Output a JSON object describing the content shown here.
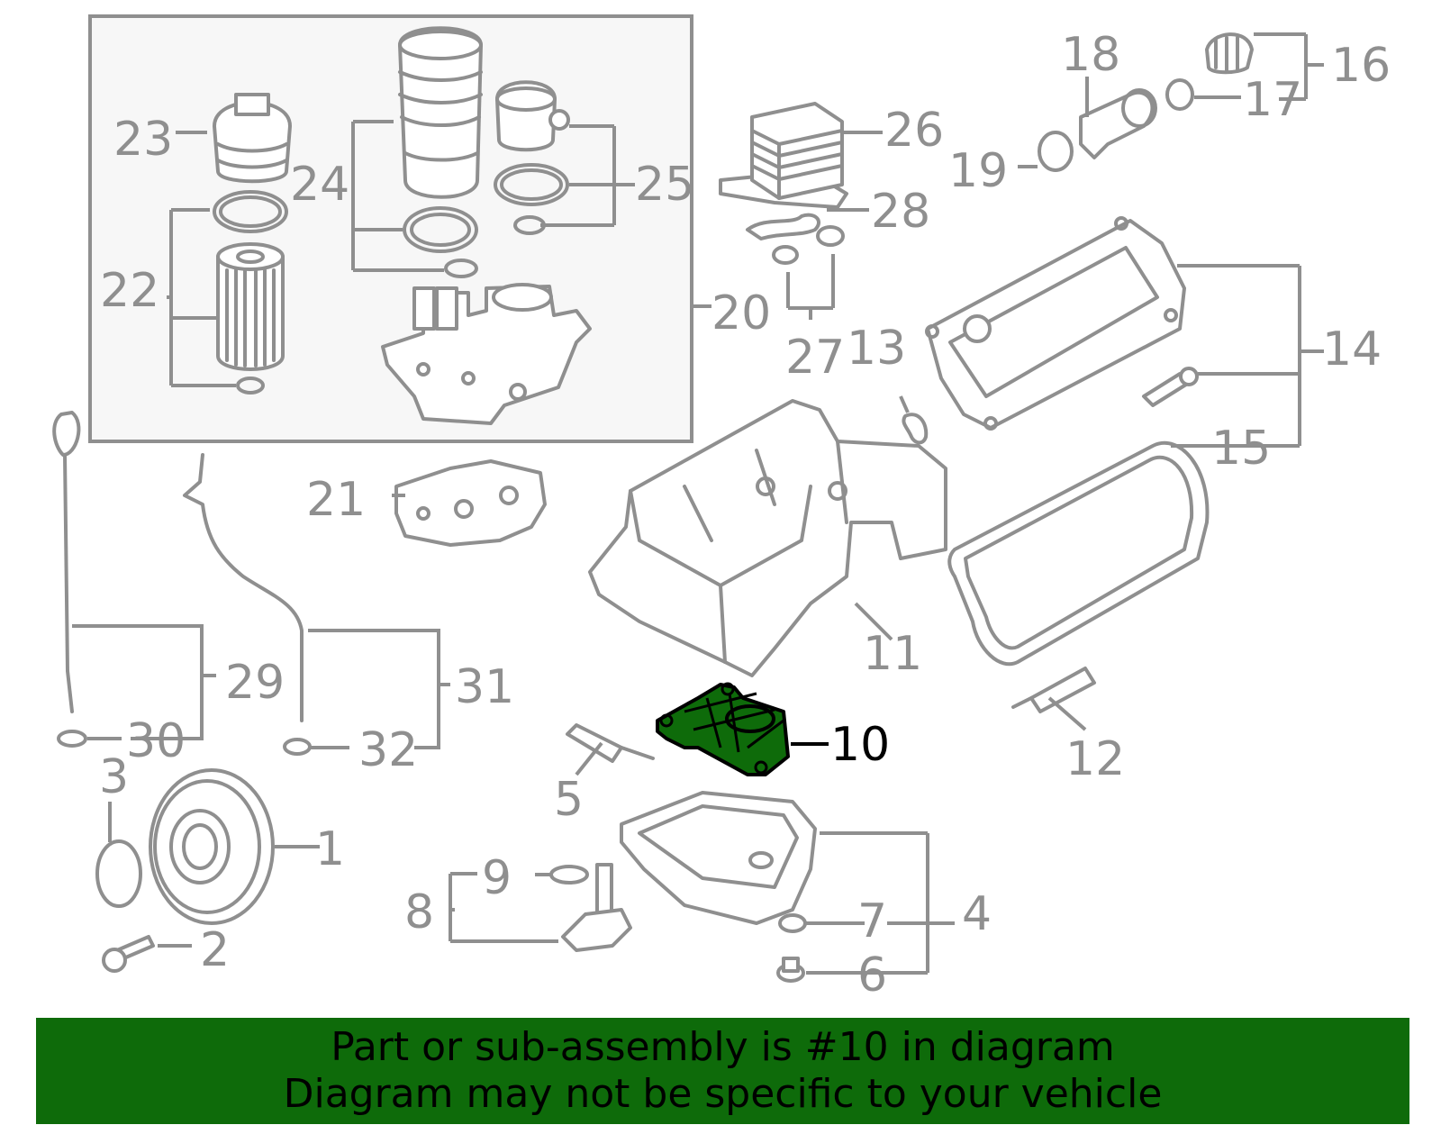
{
  "diagram": {
    "highlighted_part": "10",
    "callouts": [
      {
        "id": "c1",
        "label": "1"
      },
      {
        "id": "c2",
        "label": "2"
      },
      {
        "id": "c3",
        "label": "3"
      },
      {
        "id": "c4",
        "label": "4"
      },
      {
        "id": "c5",
        "label": "5"
      },
      {
        "id": "c6",
        "label": "6"
      },
      {
        "id": "c7",
        "label": "7"
      },
      {
        "id": "c8",
        "label": "8"
      },
      {
        "id": "c9",
        "label": "9"
      },
      {
        "id": "c10",
        "label": "10"
      },
      {
        "id": "c11",
        "label": "11"
      },
      {
        "id": "c12",
        "label": "12"
      },
      {
        "id": "c13",
        "label": "13"
      },
      {
        "id": "c14",
        "label": "14"
      },
      {
        "id": "c15",
        "label": "15"
      },
      {
        "id": "c16",
        "label": "16"
      },
      {
        "id": "c17",
        "label": "17"
      },
      {
        "id": "c18",
        "label": "18"
      },
      {
        "id": "c19",
        "label": "19"
      },
      {
        "id": "c20",
        "label": "20"
      },
      {
        "id": "c21",
        "label": "21"
      },
      {
        "id": "c22",
        "label": "22"
      },
      {
        "id": "c23",
        "label": "23"
      },
      {
        "id": "c24",
        "label": "24"
      },
      {
        "id": "c25",
        "label": "25"
      },
      {
        "id": "c26",
        "label": "26"
      },
      {
        "id": "c27",
        "label": "27"
      },
      {
        "id": "c28",
        "label": "28"
      },
      {
        "id": "c29",
        "label": "29"
      },
      {
        "id": "c30",
        "label": "30"
      },
      {
        "id": "c31",
        "label": "31"
      },
      {
        "id": "c32",
        "label": "32"
      }
    ],
    "colors": {
      "line": "#8f8f8f",
      "highlight": "#0e6b0a",
      "highlight_label": "#000000"
    }
  },
  "banner": {
    "line1": "Part or sub-assembly is #10 in diagram",
    "line2": "Diagram may not be specific to your vehicle",
    "background": "#0e6b0a"
  }
}
